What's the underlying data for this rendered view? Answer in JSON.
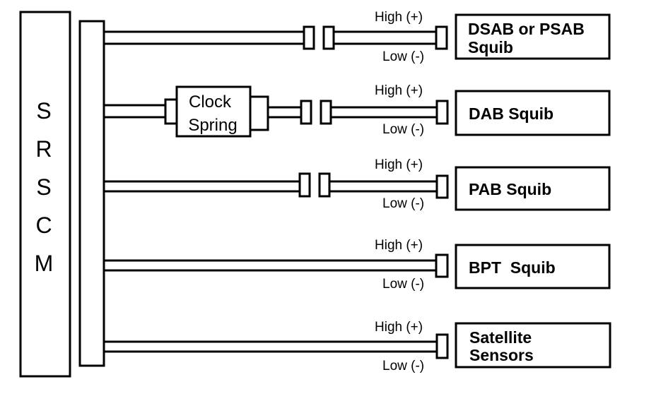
{
  "module": {
    "letters": [
      "S",
      "R",
      "S",
      "C",
      "M"
    ]
  },
  "clock_spring": {
    "line1": "Clock",
    "line2": "Spring"
  },
  "circuits": [
    {
      "high": "High (+)",
      "low": "Low (-)",
      "squib_lines": [
        "DSAB or PSAB",
        "Squib"
      ]
    },
    {
      "high": "High (+)",
      "low": "Low (-)",
      "squib_lines": [
        "DAB Squib"
      ]
    },
    {
      "high": "High (+)",
      "low": "Low (-)",
      "squib_lines": [
        "PAB Squib"
      ]
    },
    {
      "high": "High (+)",
      "low": "Low (-)",
      "squib_lines": [
        "BPT  Squib"
      ]
    },
    {
      "high": "High (+)",
      "low": "Low (-)",
      "squib_lines": [
        "Satellite",
        "Sensors"
      ]
    }
  ],
  "colors": {
    "line": "#000000",
    "background": "#ffffff"
  }
}
